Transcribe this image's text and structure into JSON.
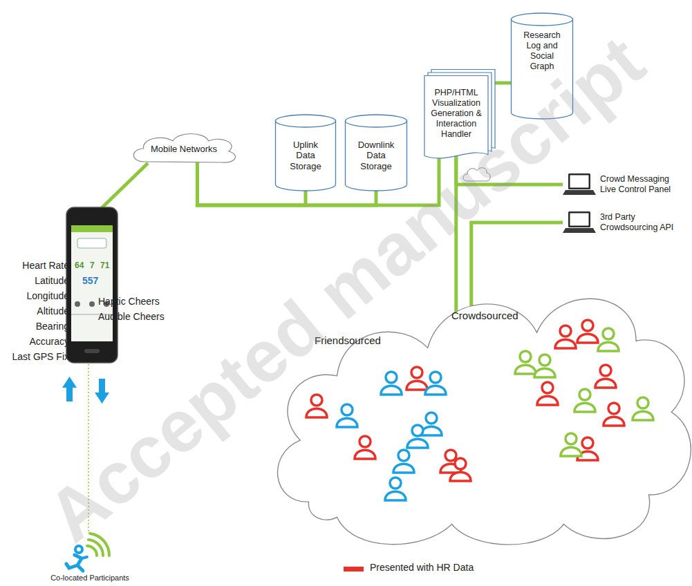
{
  "diagram": {
    "nodes": [
      {
        "text": [
          "Mobile Networks"
        ]
      },
      {
        "text": [
          "Uplink Data Storage"
        ]
      },
      {
        "text": [
          "Downlink Data Storage"
        ]
      },
      {
        "text": [
          "PHP/HTML Visualization Generation & Interaction Handler"
        ]
      },
      {
        "text": [
          "Research Log and Social Graph"
        ]
      },
      {
        "text": [
          "Crowd Messaging Live Control Panel"
        ]
      },
      {
        "text": [
          "3rd Party Crowdsourcing API"
        ]
      },
      {
        "text": [
          "Friendsourced",
          "Crowdsourced"
        ]
      },
      {
        "text": [
          "Co-located Participants"
        ]
      }
    ],
    "edges": [
      {
        "from": 0,
        "to": 1,
        "arrow": "none"
      },
      {
        "from": 0,
        "to": 2,
        "arrow": "none"
      },
      {
        "from": 0,
        "to": 3,
        "arrow": "none"
      },
      {
        "from": 3,
        "to": 4,
        "arrow": "none"
      },
      {
        "from": 3,
        "to": 5,
        "arrow": "none"
      },
      {
        "from": 3,
        "to": 7,
        "arrow": "none"
      },
      {
        "from": 6,
        "to": 7,
        "arrow": "none"
      }
    ],
    "labels": [
      "Heart Rate",
      "Latitude",
      "Longitude",
      "Altitude",
      "Bearing",
      "Accuracy",
      "Last GPS Fix",
      "Haptic Cheers",
      "Audible Cheers",
      "64",
      "7",
      "71",
      "557",
      "Accepted manuscript"
    ],
    "legend": [
      {
        "text": "Presented with HR Data",
        "color": "#e8312a"
      }
    ]
  }
}
